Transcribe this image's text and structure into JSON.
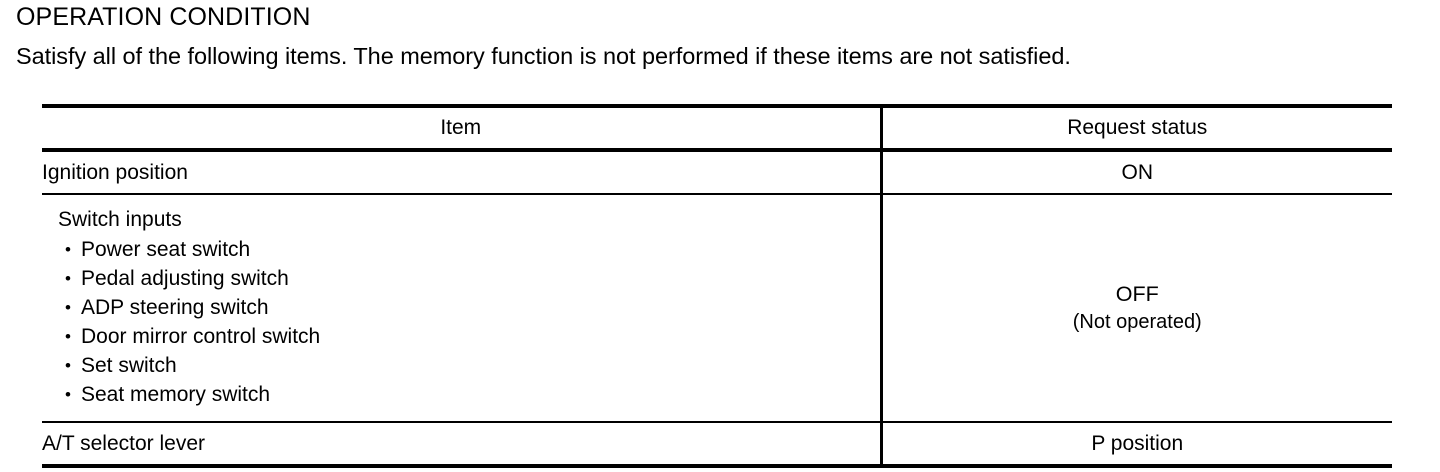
{
  "document": {
    "title": "OPERATION CONDITION",
    "subtitle": "Satisfy all of the following items. The memory function is not performed if these items are not satisfied."
  },
  "table": {
    "headers": {
      "item": "Item",
      "status": "Request status"
    },
    "rows": [
      {
        "item": "Ignition position",
        "status": "ON"
      },
      {
        "item_title": "Switch inputs",
        "bullets": [
          "Power seat switch",
          "Pedal adjusting switch",
          "ADP steering switch",
          "Door mirror control switch",
          "Set switch",
          "Seat memory switch"
        ],
        "status_main": "OFF",
        "status_sub": "(Not operated)"
      },
      {
        "item": "A/T selector lever",
        "status": "P position"
      }
    ],
    "bullet_glyph": "•"
  },
  "colors": {
    "text": "#000000",
    "background": "#ffffff",
    "rule": "#000000"
  }
}
